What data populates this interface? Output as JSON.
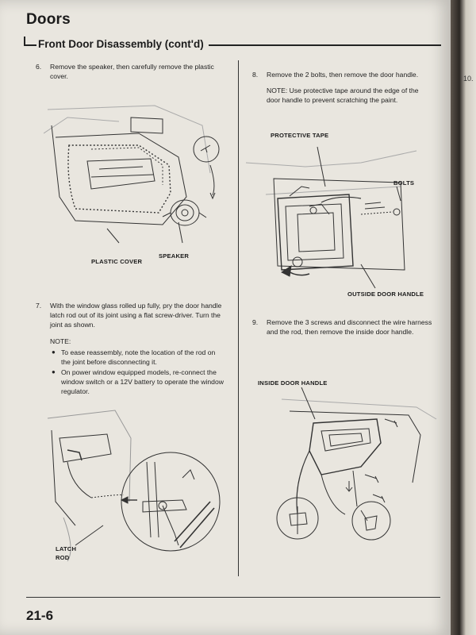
{
  "header": {
    "chapter": "Doors",
    "section": "Front Door Disassembly (cont'd)"
  },
  "steps": {
    "s6": {
      "number": "6.",
      "text": "Remove the speaker, then carefully remove the plastic cover."
    },
    "s7": {
      "number": "7.",
      "text": "With the window glass rolled up fully, pry the door handle latch rod out of its joint using a flat screw-driver. Turn the joint as shown."
    },
    "s8": {
      "number": "8.",
      "text": "Remove the 2 bolts, then remove the door handle."
    },
    "s9": {
      "number": "9.",
      "text": "Remove the 3 screws and disconnect the wire harness and the rod, then remove the inside door handle."
    }
  },
  "notes": {
    "step7": {
      "title": "NOTE:",
      "items": [
        "To ease reassembly, note the location of the rod on the joint before disconnecting it.",
        "On power window equipped models, re-connect the window switch or a 12V battery to operate the window regulator."
      ]
    },
    "step8": "NOTE: Use protective tape around the edge of the door handle to prevent scratching the paint."
  },
  "labels": {
    "plastic_cover": "PLASTIC COVER",
    "speaker": "SPEAKER",
    "protective_tape": "PROTECTIVE TAPE",
    "bolts": "BOLTS",
    "outside_door_handle": "OUTSIDE DOOR HANDLE",
    "inside_door_handle": "INSIDE DOOR HANDLE",
    "latch_rod": "LATCH ROD"
  },
  "footer": {
    "page_number": "21-6"
  },
  "facing_page_fragment": "10."
}
